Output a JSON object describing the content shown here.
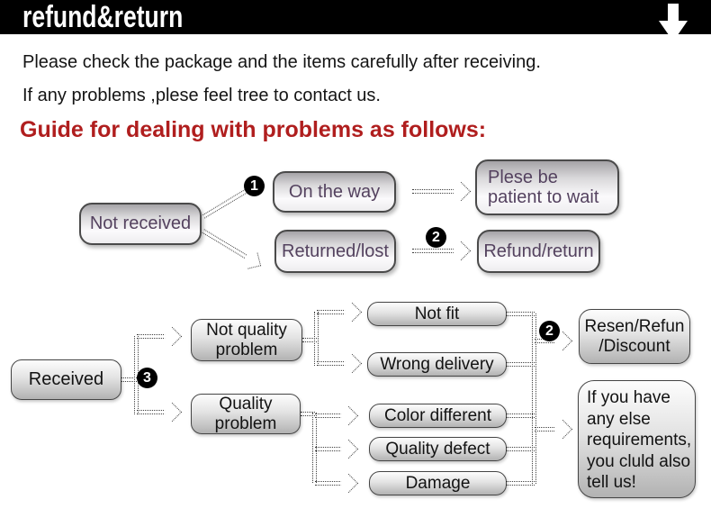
{
  "header": {
    "title": "refund&return"
  },
  "intro": {
    "line1": "Please check the package and the items carefully after receiving.",
    "line2": "If any problems ,plese feel tree to contact us."
  },
  "guide": {
    "heading": "Guide for dealing with problems as follows:"
  },
  "flow1": {
    "not_received": "Not received",
    "badge1": "1",
    "on_the_way": "On the way",
    "returned_lost": "Returned/lost",
    "badge2": "2",
    "patient": "Plese be\npatient to wait",
    "refund_return": "Refund/return"
  },
  "flow2": {
    "received": "Received",
    "badge3": "3",
    "not_quality": "Not quality\nproblem",
    "quality": "Quality\nproblem",
    "not_fit": "Not fit",
    "wrong_delivery": "Wrong delivery",
    "color_different": "Color different",
    "quality_defect": "Quality defect",
    "damage": "Damage",
    "badge2": "2",
    "resen": "Resen/Refun\n/Discount",
    "more": "If you have\nany else\nrequirements,\nyou cluld also\ntell us!"
  },
  "colors": {
    "header_bg": "#000000",
    "heading_red": "#b01e1e",
    "purple_text": "#54425f",
    "badge_bg": "#000000"
  }
}
